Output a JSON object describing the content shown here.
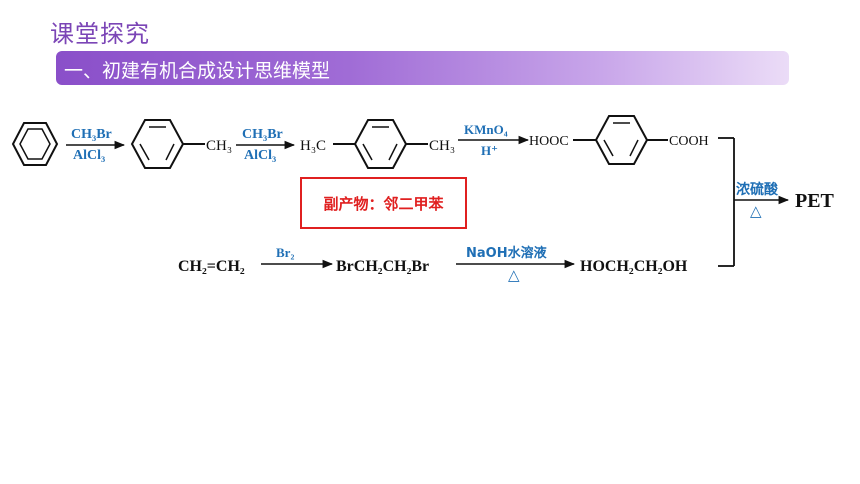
{
  "header": {
    "title": "课堂探究"
  },
  "banner": {
    "text": "一、初建有机合成设计思维模型"
  },
  "route1": {
    "step1_top": "CH₃Br",
    "step1_bottom": "AlCl₃",
    "sub1_group": "CH₃",
    "step2_top": "CH₃Br",
    "step2_bottom": "AlCl₃",
    "sub2_left": "H₃C",
    "sub2_right": "CH₃",
    "step3_top": "KMnO₄",
    "step3_bottom": "H⁺",
    "sub3_left": "HOOC",
    "sub3_right": "COOH"
  },
  "byproduct": {
    "text": "副产物：邻二甲苯"
  },
  "route2": {
    "start": "CH₂=CH₂",
    "step1_top": "Br₂",
    "mid": "BrCH₂CH₂Br",
    "step2_top": "NaOH水溶液",
    "step2_bottom": "△",
    "end": "HOCH₂CH₂OH"
  },
  "final": {
    "condition_top": "浓硫酸",
    "condition_bottom": "△",
    "product": "PET"
  },
  "colors": {
    "title": "#7b45b6",
    "reagent": "#1f6fb5",
    "byproduct": "#e02020"
  }
}
